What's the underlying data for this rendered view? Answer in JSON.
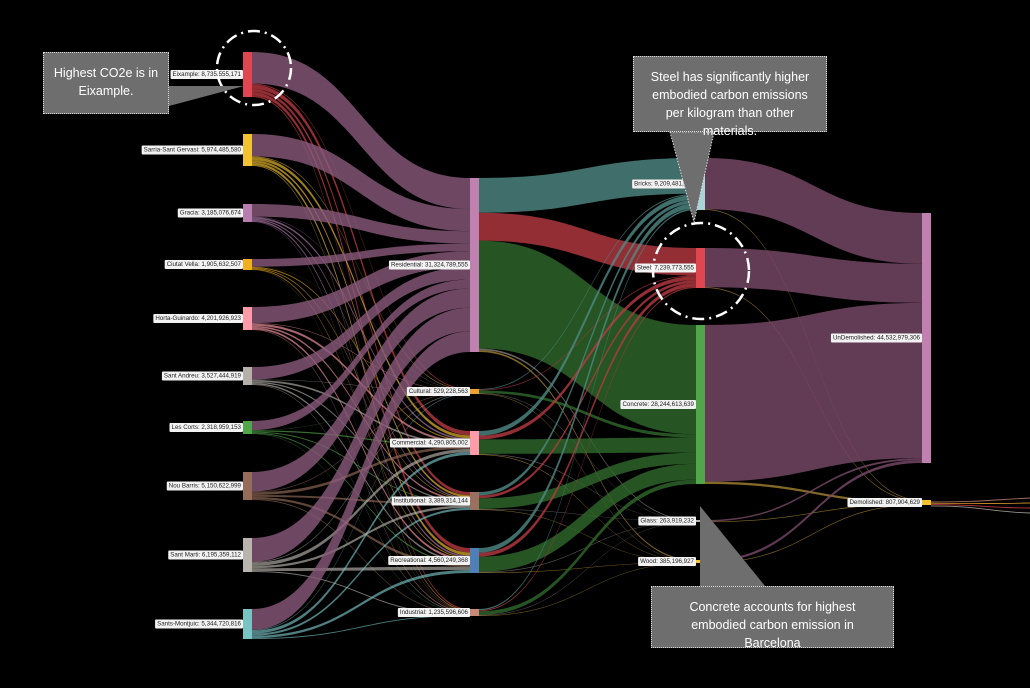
{
  "annotations": {
    "eixample": "Highest CO2e is in Eixample.",
    "steel": "Steel has significantly higher embodied carbon emissions per kilogram than other materials.",
    "concrete": "Concrete accounts for highest embodied carbon emission in Barcelona"
  },
  "colors": {
    "background": "#000000",
    "link": "#7a4a6a",
    "residential_node": "#c080b0",
    "callout_bg": "#6e6e6e"
  },
  "nodes": {
    "districts": [
      {
        "id": "eixample",
        "label": "Eixample: 8,735,555,171",
        "color": "#e0464f"
      },
      {
        "id": "sarria",
        "label": "Sarria-Sant Gervasi: 5,974,485,580",
        "color": "#f2c230"
      },
      {
        "id": "gracia",
        "label": "Gracia: 3,185,076,674",
        "color": "#b77fb0"
      },
      {
        "id": "ciutat",
        "label": "Ciutat Vella: 1,905,632,507",
        "color": "#f0b020"
      },
      {
        "id": "horta",
        "label": "Horta-Guinardo: 4,201,926,923",
        "color": "#ff9aa8"
      },
      {
        "id": "andreu",
        "label": "Sant Andreu: 3,527,444,919",
        "color": "#b5b0aa"
      },
      {
        "id": "corts",
        "label": "Les Corts: 2,318,959,153",
        "color": "#52a64a"
      },
      {
        "id": "nou",
        "label": "Nou Barris: 5,150,622,999",
        "color": "#946c58"
      },
      {
        "id": "marti",
        "label": "Sant Marti: 6,195,359,112",
        "color": "#b9b4ae"
      },
      {
        "id": "sants",
        "label": "Sants-Montjuic: 5,344,720,816",
        "color": "#79c3c4"
      }
    ],
    "uses": [
      {
        "id": "residential",
        "label": "Residential: 31,324,789,555",
        "color": "#c080b0"
      },
      {
        "id": "cultural",
        "label": "Cultural: 529,228,563",
        "color": "#f0a030"
      },
      {
        "id": "commercial",
        "label": "Commercial: 4,290,805,002",
        "color": "#ff9aa8"
      },
      {
        "id": "institutional",
        "label": "Institutional: 3,389,314,144",
        "color": "#9a7060"
      },
      {
        "id": "recreational",
        "label": "Recreational: 4,560,249,368",
        "color": "#4f7fb8"
      },
      {
        "id": "industrial",
        "label": "Industrial: 1,235,596,606",
        "color": "#c98878"
      }
    ],
    "materials": [
      {
        "id": "bricks",
        "label": "Bricks: 9,209,481,375",
        "color": "#a8d5d5"
      },
      {
        "id": "steel",
        "label": "Steel: 7,239,773,555",
        "color": "#e0464f"
      },
      {
        "id": "concrete",
        "label": "Concrete: 28,244,613,639",
        "color": "#52a64a"
      },
      {
        "id": "glass",
        "label": "Glass: 263,919,232",
        "color": "#b9b4ae"
      },
      {
        "id": "wood",
        "label": "Wood: 385,196,927",
        "color": "#f2c230"
      }
    ],
    "status": [
      {
        "id": "undemolished",
        "label": "UnDemolished: 44,532,979,306",
        "color": "#c080b0"
      },
      {
        "id": "demolished",
        "label": "Demolished: 807,904,629",
        "color": "#f2c230"
      }
    ]
  }
}
